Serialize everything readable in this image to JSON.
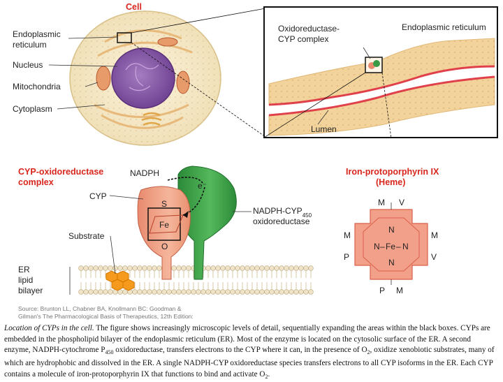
{
  "cell_panel": {
    "title": "Cell",
    "labels": {
      "er_line1": "Endoplasmic",
      "er_line2": "reticulum",
      "nucleus": "Nucleus",
      "mitochondria": "Mitochondria",
      "cytoplasm": "Cytoplasm"
    }
  },
  "er_panel": {
    "complex_line1": "Oxidoreductase-",
    "complex_line2": "CYP complex",
    "er": "Endoplasmic reticulum",
    "lumen": "Lumen"
  },
  "complex_panel": {
    "title_line1": "CYP-oxidoreductase",
    "title_line2": "complex",
    "nadph": "NADPH",
    "electron": "e⁻",
    "cyp": "CYP",
    "s": "S",
    "fe": "Fe",
    "o": "O",
    "substrate": "Substrate",
    "er1": "ER",
    "er2": "lipid",
    "er3": "bilayer",
    "reductase_line1": "NADPH-CYP",
    "reductase_sub": "450",
    "reductase_line2": "oxidoreductase"
  },
  "heme_panel": {
    "title_line1": "Iron-protoporphyrin IX",
    "title_line2": "(Heme)",
    "m1": "M",
    "v1": "V",
    "m2": "M",
    "m3": "M",
    "p1": "P",
    "v2": "V",
    "p2": "P",
    "m4": "M",
    "n_top": "N",
    "n_left": "N",
    "fe": "Fe",
    "n_right": "N",
    "n_bottom": "N",
    "dash_left": "–",
    "dash_right": "–"
  },
  "source": {
    "line1": "Source: Brunton LL, Chabner BA, Knollmann BC: Goodman &",
    "line2": "Gilman's The Pharmacological Basis of Therapeutics, 12th Edition:"
  },
  "caption": {
    "lead": "Location of CYPs in the cell.",
    "p1": " The figure shows increasingly microscopic levels of detail, sequentially expanding the areas within the black boxes. CYPs are embedded in the phospholipid bilayer of the endoplasmic reticulum (ER). Most of the enzyme is located on the cytosolic surface of the ER. A second enzyme, NADPH-cytochrome P",
    "sub1": "450",
    "p2": " oxidoreductase, transfers electrons to the CYP where it can, in the presence of O",
    "sub2": "2",
    "p3": ", oxidize xenobiotic substrates, many of which are hydrophobic and dissolved in the ER. A single NADPH-CYP oxidoreductase species transfers electrons to all CYP isoforms in the ER. Each CYP contains a molecule of iron-protoporphyrin IX that functions to bind and activate O",
    "sub3": "2",
    "p4": "."
  },
  "colors": {
    "red_label": "#d9261c",
    "er_fill": "#f2d39b",
    "cyp_fill": "#f0a084",
    "reductase_fill": "#3a9a45",
    "nucleus_fill": "#8a5aa8",
    "heme_fill": "#f2a08a",
    "substrate_fill": "#f59a1c"
  }
}
